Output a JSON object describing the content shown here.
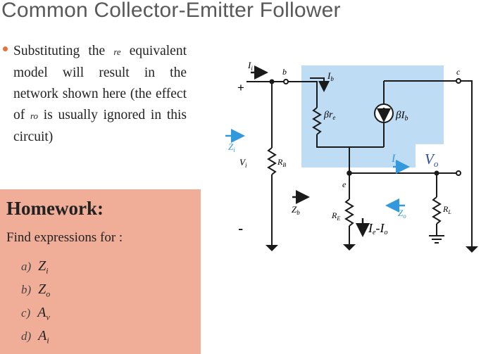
{
  "slide": {
    "title": "Common Collector-Emitter Follower",
    "bullet": {
      "t1": "Substituting the ",
      "t1_sub": "re",
      "t2": " equivalent model will result in the network shown here (the effect of ",
      "t2_sub": "ro",
      "t3": " is usually ignored in this circuit)"
    }
  },
  "homework": {
    "title": "Homework:",
    "subtitle": "Find expressions for :",
    "items": [
      {
        "label": "a)",
        "var": "Z",
        "sub": "i"
      },
      {
        "label": "b)",
        "var": "Z",
        "sub": "o"
      },
      {
        "label": "c)",
        "var": "A",
        "sub": "v"
      },
      {
        "label": "d)",
        "var": "A",
        "sub": "i"
      }
    ]
  },
  "circuit": {
    "labels": {
      "Ii": "I",
      "Ii_sub": "i",
      "b": "b",
      "c": "c",
      "e": "e",
      "Ib": "I",
      "Ib_sub": "b",
      "plus": "+",
      "minus": "-",
      "beta_re": "βr",
      "beta_re_sub": "e",
      "beta_ib": "βI",
      "beta_ib_sub": "b",
      "Zi": "Z",
      "Zi_sub": "i",
      "Vi": "V",
      "Vi_sub": "i",
      "RB": "R",
      "RB_sub": "B",
      "Io": "I",
      "Io_sub": "o",
      "Vo": "V",
      "Vo_sub": "o",
      "Zb": "Z",
      "Zb_sub": "b",
      "RE": "R",
      "RE_sub": "E",
      "Zo": "Z",
      "Zo_sub": "o",
      "RL": "R",
      "RL_sub": "L",
      "Ie_Io": "I",
      "Ie_Io_sub1": "e",
      "Ie_Io_mid": "-I",
      "Ie_Io_sub2": "o"
    },
    "colors": {
      "highlight": "#bfdcf5",
      "wire": "#1a1a1a",
      "blue_arrow": "#3399dd",
      "vo_label": "#2a4da0"
    }
  }
}
